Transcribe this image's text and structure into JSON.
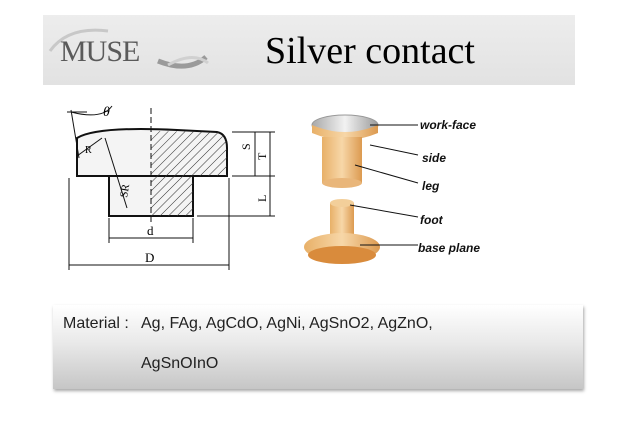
{
  "header": {
    "logo_text": "MUSE",
    "title": "Silver contact"
  },
  "drawing": {
    "labels": {
      "theta": "θ",
      "r": "R",
      "sr": "SR",
      "s": "S",
      "t": "T",
      "l": "L",
      "d_small": "d",
      "d_large": "D"
    }
  },
  "parts": {
    "work_face": "work-face",
    "side": "side",
    "leg": "leg",
    "foot": "foot",
    "base_plane": "base plane"
  },
  "material": {
    "label": "Material :",
    "line1": "Ag, FAg, AgCdO, AgNi, AgSnO2, AgZnO,",
    "line2": "AgSnOInO"
  }
}
